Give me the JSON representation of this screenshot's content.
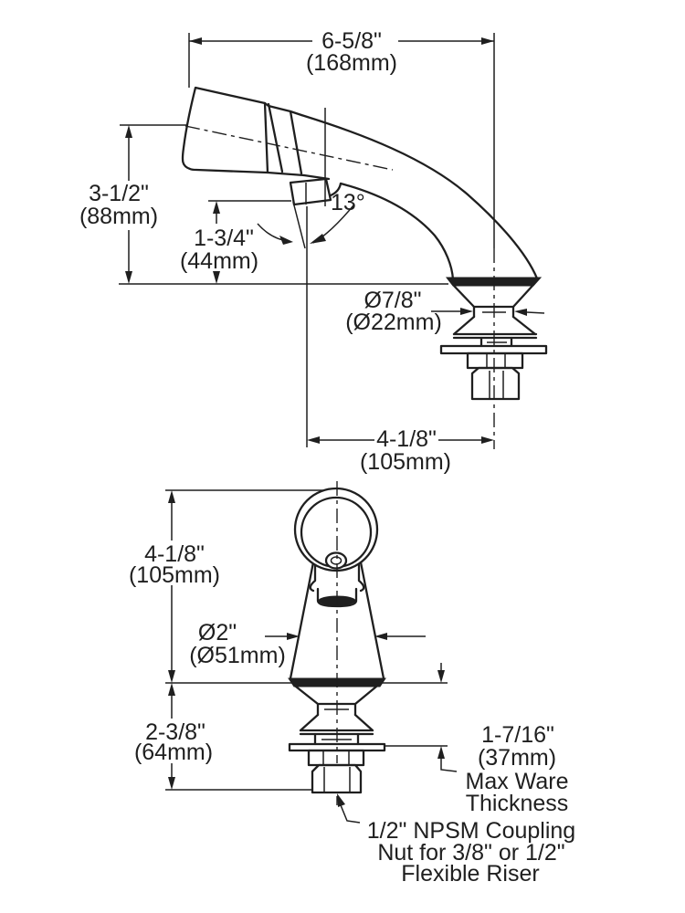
{
  "drawing": {
    "description": "Technical dimension drawing of a deck-mounted faucet, side elevation and front elevation",
    "colors": {
      "line": "#1f1f1f",
      "background": "#ffffff"
    }
  },
  "side_view": {
    "spout_reach": {
      "in": "6-5/8\"",
      "mm": "(168mm)"
    },
    "spout_height": {
      "in": "3-1/2\"",
      "mm": "(88mm)"
    },
    "outlet_clearance": {
      "in": "1-3/4\"",
      "mm": "(44mm)"
    },
    "spout_angle": "13°",
    "shank_diameter": {
      "in": "Ø7/8\"",
      "mm": "(Ø22mm)"
    },
    "outlet_to_center": {
      "in": "4-1/8\"",
      "mm": "(105mm)"
    }
  },
  "front_view": {
    "body_height": {
      "in": "4-1/8\"",
      "mm": "(105mm)"
    },
    "base_diameter": {
      "in": "Ø2\"",
      "mm": "(Ø51mm)"
    },
    "below_body_height": {
      "in": "2-3/8\"",
      "mm": "(64mm)"
    },
    "max_ware": {
      "in": "1-7/16\"",
      "mm": "(37mm)",
      "label1": "Max Ware",
      "label2": "Thickness"
    },
    "coupling_note": {
      "line1": "1/2\" NPSM Coupling",
      "line2": "Nut for 3/8\" or 1/2\"",
      "line3": "Flexible Riser"
    }
  }
}
